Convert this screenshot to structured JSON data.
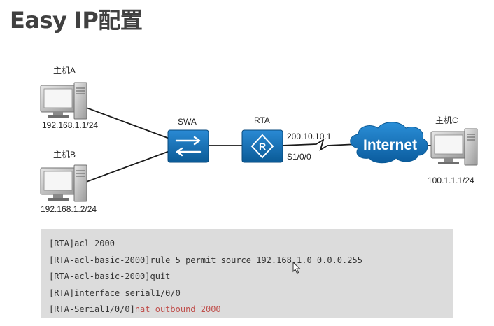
{
  "title": "Easy IP配置",
  "colors": {
    "device_blue": "#0d6fb8",
    "device_blue_dark": "#0a5a96",
    "cloud_blue": "#1a78c2",
    "highlight_red": "#c0504d",
    "code_bg": "#dcdcdc"
  },
  "hosts": {
    "a": {
      "name": "主机A",
      "ip": "192.168.1.1/24",
      "icon": "pc-icon"
    },
    "b": {
      "name": "主机B",
      "ip": "192.168.1.2/24",
      "icon": "pc-icon"
    },
    "c": {
      "name": "主机C",
      "ip": "100.1.1.1/24",
      "icon": "pc-icon"
    }
  },
  "switch": {
    "name": "SWA",
    "icon": "switch-icon"
  },
  "router": {
    "name": "RTA",
    "icon": "router-icon",
    "ip": "200.10.10.1",
    "interface": "S1/0/0"
  },
  "internet": {
    "label": "Internet",
    "icon": "cloud-icon"
  },
  "code": {
    "lines": [
      {
        "prefix": "[RTA]",
        "text": "acl 2000",
        "highlight": ""
      },
      {
        "prefix": "[RTA-acl-basic-2000]",
        "text": "rule 5 permit source 192.168.1.0 0.0.0.255",
        "highlight": ""
      },
      {
        "prefix": "[RTA-acl-basic-2000]",
        "text": "quit",
        "highlight": ""
      },
      {
        "prefix": "[RTA]",
        "text": "interface serial1/0/0",
        "highlight": ""
      },
      {
        "prefix": "[RTA-Serial1/0/0]",
        "text": "",
        "highlight": "nat outbound 2000"
      }
    ]
  }
}
